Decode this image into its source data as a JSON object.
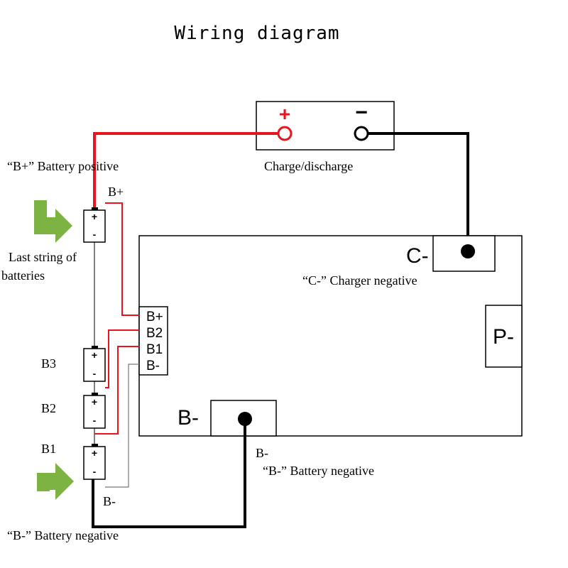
{
  "title": "Wiring diagram",
  "colors": {
    "positive": "#e8141e",
    "negative": "#000000",
    "arrow": "#7cb342",
    "sense": "#e8141e"
  },
  "charge_port": {
    "label": "Charge/discharge",
    "plus_symbol": "+",
    "minus_symbol": "−"
  },
  "labels": {
    "battery_positive": "“B+” Battery positive",
    "b_plus_wire": "B+",
    "last_string_line1": "Last string of",
    "last_string_line2": "batteries",
    "b3": "B3",
    "b2": "B2",
    "b1": "B1",
    "b_minus_wire": "B-",
    "battery_negative_left": "“B-” Battery negative",
    "battery_negative_right": "“B-” Battery negative",
    "b_minus_pad_label": "B-",
    "c_minus_caption": "“C-” Charger negative"
  },
  "board": {
    "c_minus": "C-",
    "p_minus": "P-",
    "b_minus": "B-",
    "connector_pins": [
      "B+",
      "B2",
      "B1",
      "B-"
    ]
  },
  "cells": [
    {
      "name": "last-cell",
      "plus": "+",
      "minus": "-"
    },
    {
      "name": "b3-cell",
      "plus": "+",
      "minus": "-"
    },
    {
      "name": "b2-cell",
      "plus": "+",
      "minus": "-"
    },
    {
      "name": "b1-cell",
      "plus": "+",
      "minus": "-"
    }
  ]
}
